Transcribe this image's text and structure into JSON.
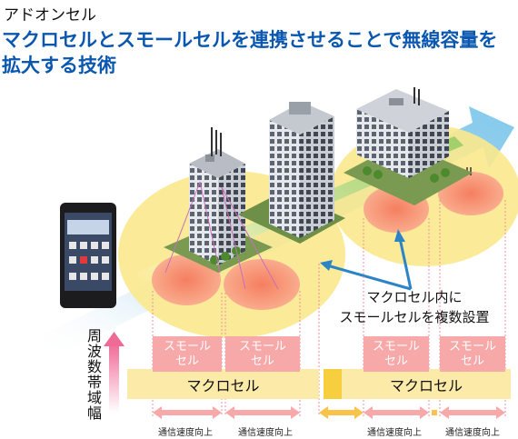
{
  "header": {
    "subtitle": "アドオンセル",
    "headline": "マクロセルとスモールセルを連携させることで無線容量を拡大する技術"
  },
  "callout": {
    "line1": "マクロセル内に",
    "line2": "スモールセルを複数設置"
  },
  "axis_label": "周波数帯域幅",
  "macro_cells": [
    {
      "label": "マクロセル"
    },
    {
      "label": "マクロセル"
    }
  ],
  "small_cells": [
    {
      "line1": "スモール",
      "line2": "セル"
    },
    {
      "line1": "スモール",
      "line2": "セル"
    },
    {
      "line1": "スモール",
      "line2": "セル"
    },
    {
      "line1": "スモール",
      "line2": "セル"
    }
  ],
  "speed_labels": [
    "通信速度向上",
    "通信速度向上",
    "通信速度向上",
    "通信速度向上"
  ],
  "colors": {
    "headline": "#0a57b0",
    "macro_band": "#fbeaa8",
    "small_cell": "#f7a8a8",
    "arrow_pink": "#f06a96",
    "arrow_orange": "#f9c24a",
    "coverage_yellow": "#fbe98d",
    "coverage_red": "#f78f78"
  }
}
